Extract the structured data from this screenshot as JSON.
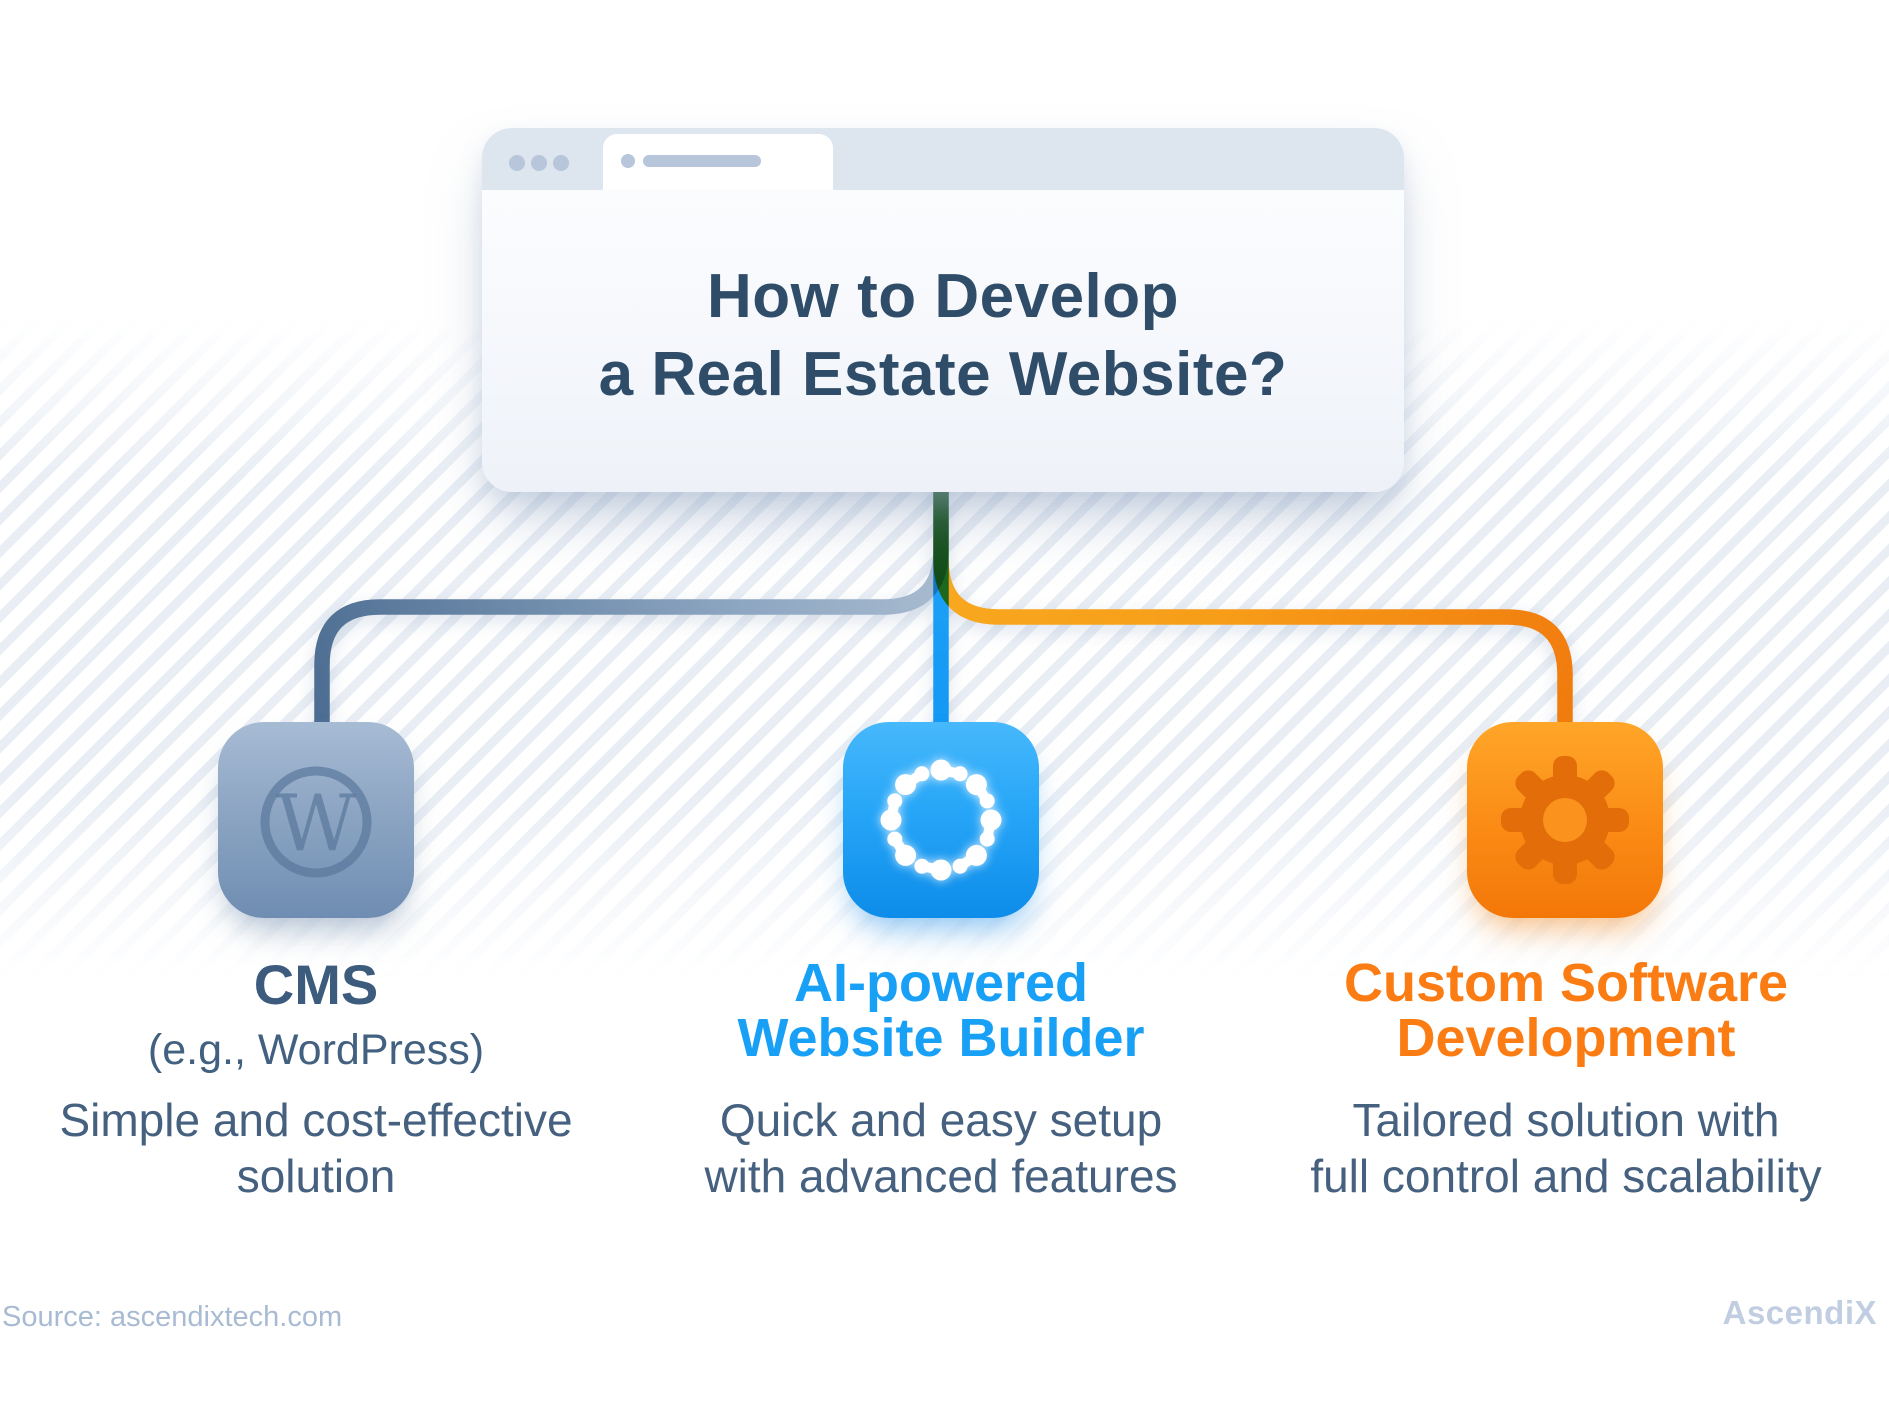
{
  "browser": {
    "title_line1": "How to Develop",
    "title_line2": "a Real Estate Website?"
  },
  "options": [
    {
      "id": "cms",
      "icon": "wordpress-icon",
      "accent_color": "#3c5b7d",
      "heading_lines": [
        "CMS"
      ],
      "subheading": "(e.g., WordPress)",
      "description_lines": [
        "Simple and cost-effective",
        "solution"
      ],
      "connector_color": "#5d7da0"
    },
    {
      "id": "ai-website-builder",
      "icon": "ai-cluster-icon",
      "accent_color": "#18a0f6",
      "heading_lines": [
        "AI-powered",
        "Website Builder"
      ],
      "description_lines": [
        "Quick and easy setup",
        "with advanced features"
      ],
      "connector_color": "#1da2f7"
    },
    {
      "id": "custom-software",
      "icon": "gear-icon",
      "accent_color": "#fa7c12",
      "heading_lines": [
        "Custom Software",
        "Development"
      ],
      "description_lines": [
        "Tailored solution with",
        "full control and scalability"
      ],
      "connector_color": "#f79d18"
    }
  ],
  "footer": {
    "source_label": "Source:",
    "source_value": "ascendixtech.com",
    "brand": "AscendiX"
  },
  "palette": {
    "title_text": "#2f4d69",
    "body_text": "#45617f",
    "browser_bar": "#dde5ef",
    "browser_controls": "#b7c6db",
    "footer_text": "#a9bbd3",
    "brand_text": "#c1cee1"
  }
}
